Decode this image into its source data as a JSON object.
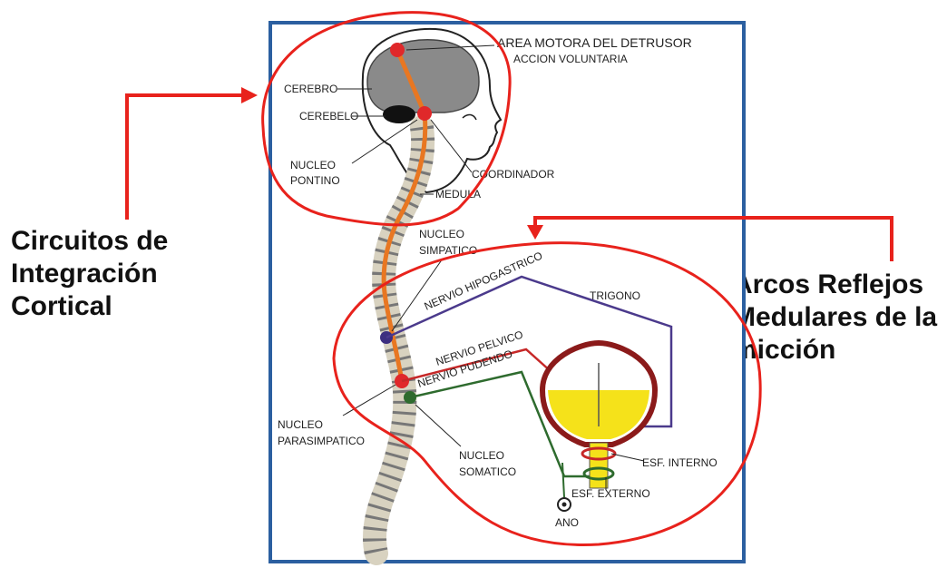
{
  "colors": {
    "frame": "#2b5fa0",
    "annotation": "#e8221c",
    "pathway_voluntary": "#e87722",
    "nerve_hypogastric": "#4b3a8c",
    "nerve_pelvic": "#c62828",
    "nerve_pudendal": "#2e6b2e",
    "urine": "#f5e21a",
    "brain": "#8a8a8a"
  },
  "annotations": {
    "left": [
      "Circuitos de",
      "Integración",
      "Cortical"
    ],
    "right": [
      "Arcos Reflejos",
      "Medulares de la",
      "micción"
    ]
  },
  "labels": {
    "area_motora": "AREA MOTORA DEL DETRUSOR",
    "accion_voluntaria": "ACCION VOLUNTARIA",
    "cerebro": "CEREBRO",
    "cerebelo": "CEREBELO",
    "nucleo_pontino_1": "NUCLEO",
    "nucleo_pontino_2": "PONTINO",
    "coordinador": "COORDINADOR",
    "medula": "MEDULA",
    "nucleo_simpatico_1": "NUCLEO",
    "nucleo_simpatico_2": "SIMPATICO",
    "nervio_hipogastrico": "NERVIO HIPOGASTRICO",
    "trigono": "TRIGONO",
    "nervio_pelvico": "NERVIO PELVICO",
    "nervio_pudendo": "NERVIO PUDENDO",
    "nucleo_parasimpatico_1": "NUCLEO",
    "nucleo_parasimpatico_2": "PARASIMPATICO",
    "nucleo_somatico_1": "NUCLEO",
    "nucleo_somatico_2": "SOMATICO",
    "esf_interno": "ESF. INTERNO",
    "esf_externo": "ESF. EXTERNO",
    "ano": "ANO"
  }
}
